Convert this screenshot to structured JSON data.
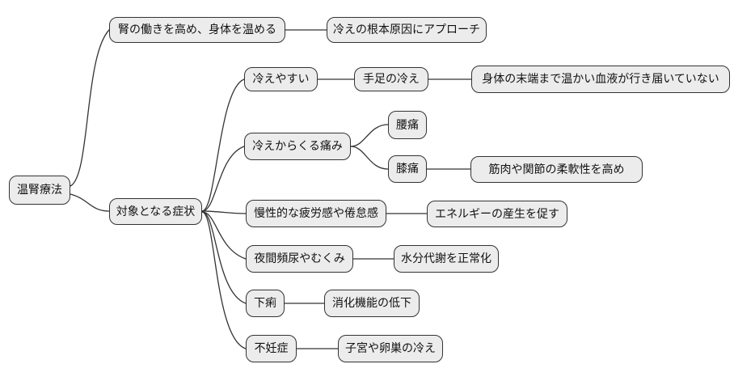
{
  "diagram": {
    "type": "mindmap",
    "colors": {
      "background": "#ffffff",
      "node_fill": "#ececec",
      "node_border": "#333333",
      "edge": "#333333",
      "text": "#111111"
    },
    "nodes": {
      "root": {
        "label": "温腎療法"
      },
      "kidney": {
        "label": "腎の働きを高め、身体を温める"
      },
      "approach": {
        "label": "冷えの根本原因にアプローチ"
      },
      "symptoms": {
        "label": "対象となる症状"
      },
      "easily_cold": {
        "label": "冷えやすい"
      },
      "hands_feet": {
        "label": "手足の冷え"
      },
      "blood": {
        "label": "身体の末端まで温かい血液が行き届いていない"
      },
      "cold_pain": {
        "label": "冷えからくる痛み"
      },
      "back_pain": {
        "label": "腰痛"
      },
      "knee_pain": {
        "label": "膝痛"
      },
      "flexibility": {
        "label": "筋肉や関節の柔軟性を高め"
      },
      "fatigue": {
        "label": "慢性的な疲労感や倦怠感"
      },
      "energy": {
        "label": "エネルギーの産生を促す"
      },
      "nocturia": {
        "label": "夜間頻尿やむくみ"
      },
      "water": {
        "label": "水分代謝を正常化"
      },
      "diarrhea": {
        "label": "下痢"
      },
      "digestion": {
        "label": "消化機能の低下"
      },
      "infertility": {
        "label": "不妊症"
      },
      "uterus": {
        "label": "子宮や卵巣の冷え"
      }
    },
    "edges": [
      {
        "from": "root",
        "to": "kidney"
      },
      {
        "from": "root",
        "to": "symptoms"
      },
      {
        "from": "kidney",
        "to": "approach"
      },
      {
        "from": "symptoms",
        "to": "easily_cold"
      },
      {
        "from": "symptoms",
        "to": "cold_pain"
      },
      {
        "from": "symptoms",
        "to": "fatigue"
      },
      {
        "from": "symptoms",
        "to": "nocturia"
      },
      {
        "from": "symptoms",
        "to": "diarrhea"
      },
      {
        "from": "symptoms",
        "to": "infertility"
      },
      {
        "from": "easily_cold",
        "to": "hands_feet"
      },
      {
        "from": "hands_feet",
        "to": "blood"
      },
      {
        "from": "cold_pain",
        "to": "back_pain"
      },
      {
        "from": "cold_pain",
        "to": "knee_pain"
      },
      {
        "from": "knee_pain",
        "to": "flexibility"
      },
      {
        "from": "fatigue",
        "to": "energy"
      },
      {
        "from": "nocturia",
        "to": "water"
      },
      {
        "from": "diarrhea",
        "to": "digestion"
      },
      {
        "from": "infertility",
        "to": "uterus"
      }
    ]
  }
}
